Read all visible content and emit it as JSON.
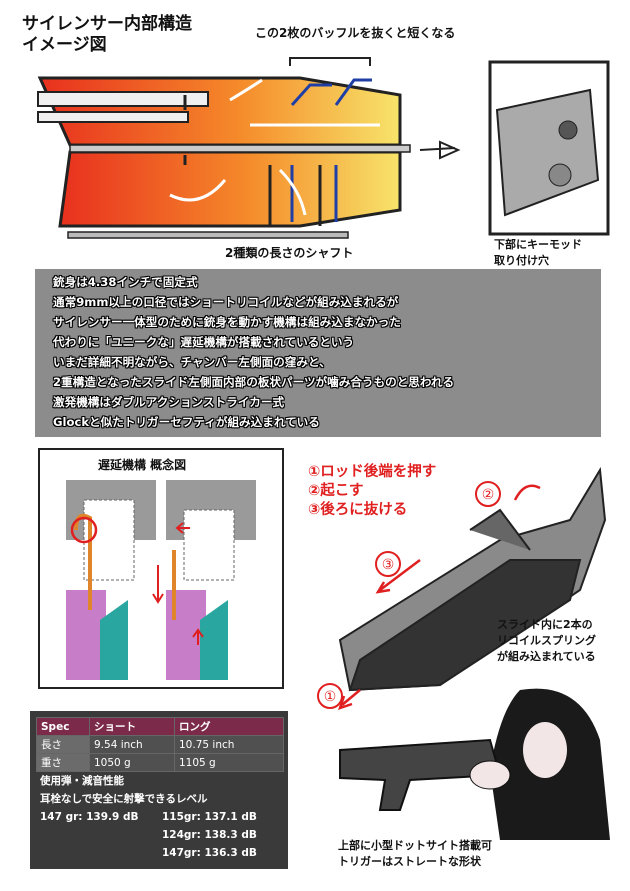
{
  "header": {
    "title_line1": "サイレンサー内部構造",
    "title_line2": "イメージ図",
    "baffle_note": "この2枚のバッフルを抜くと短くなる",
    "shaft_caption": "2種類の長さのシャフト",
    "keymod_caption_line1": "下部にキーモッド",
    "keymod_caption_line2": "取り付け穴"
  },
  "description": {
    "lines": [
      "銃身は4.38インチで固定式",
      "通常9mm以上の口径ではショートリコイルなどが組み込まれるが",
      "サイレンサー一体型のために銃身を動かす機構は組み込まなかった",
      "代わりに「ユニークな」遅延機構が搭載されているという",
      "いまだ詳細不明ながら、チャンバー左側面の窪みと、",
      "2重構造となったスライド左側面内部の板状パーツが噛み合うものと思われる",
      "激発機構はダブルアクションストライカー式",
      "Glockと似たトリガーセフティが組み込まれている"
    ]
  },
  "delay_mechanism": {
    "title": "遅延機構 概念図"
  },
  "steps": {
    "step1": "①ロッド後端を押す",
    "step2": "②起こす",
    "step3": "③後ろに抜ける",
    "marker1": "①",
    "marker2": "②",
    "marker3": "③"
  },
  "recoil_note": {
    "line1": "スライド内に2本の",
    "line2": "リコイルスプリング",
    "line3": "が組み込まれている"
  },
  "sight_note": {
    "line1": "上部に小型ドットサイト搭載可",
    "line2": "トリガーはストレートな形状"
  },
  "spec": {
    "headers": [
      "Spec",
      "ショート",
      "ロング"
    ],
    "rows": [
      [
        "長さ",
        "9.54 inch",
        "10.75 inch"
      ],
      [
        "重さ",
        "1050 g",
        "1105 g"
      ]
    ],
    "ammo_label": "使用弾・減音性能",
    "safety_note": "耳栓なしで安全に射撃できるレベル",
    "short_db": "147 gr: 139.9 dB",
    "long_db": [
      "115gr: 137.1 dB",
      "124gr: 138.3 dB",
      "147gr: 136.3 dB"
    ]
  },
  "colors": {
    "red_annotation": "#e02020",
    "description_bg": "#8c8c8c",
    "spec_header": "#7b2a49",
    "baffle_blue": "#1f3fa6"
  }
}
